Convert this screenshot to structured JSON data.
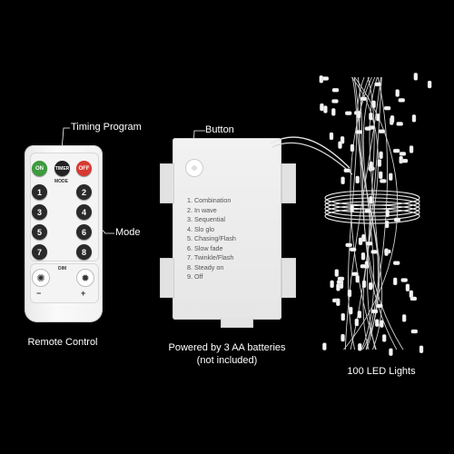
{
  "labels": {
    "timing_program": "Timing Program",
    "button": "Button",
    "mode": "Mode",
    "remote_control": "Remote Control",
    "powered_line1": "Powered by 3 AA batteries",
    "powered_line2": "(not included)",
    "led_lights": "100 LED Lights"
  },
  "remote": {
    "on": "ON",
    "timer": "TIMER",
    "off": "OFF",
    "mode": "MODE",
    "dim": "DIM",
    "minus": "−",
    "plus": "+",
    "numbers": [
      "1",
      "2",
      "3",
      "4",
      "5",
      "6",
      "7",
      "8"
    ]
  },
  "modes": [
    "1. Combination",
    "2. In wave",
    "3. Sequential",
    "4. Slo glo",
    "5. Chasing/Flash",
    "6. Slow fade",
    "7. Twinkle/Flash",
    "8. Steady on",
    "9. Off"
  ],
  "colors": {
    "background": "#000000",
    "on": "#3d9a3d",
    "off": "#d63a30"
  }
}
